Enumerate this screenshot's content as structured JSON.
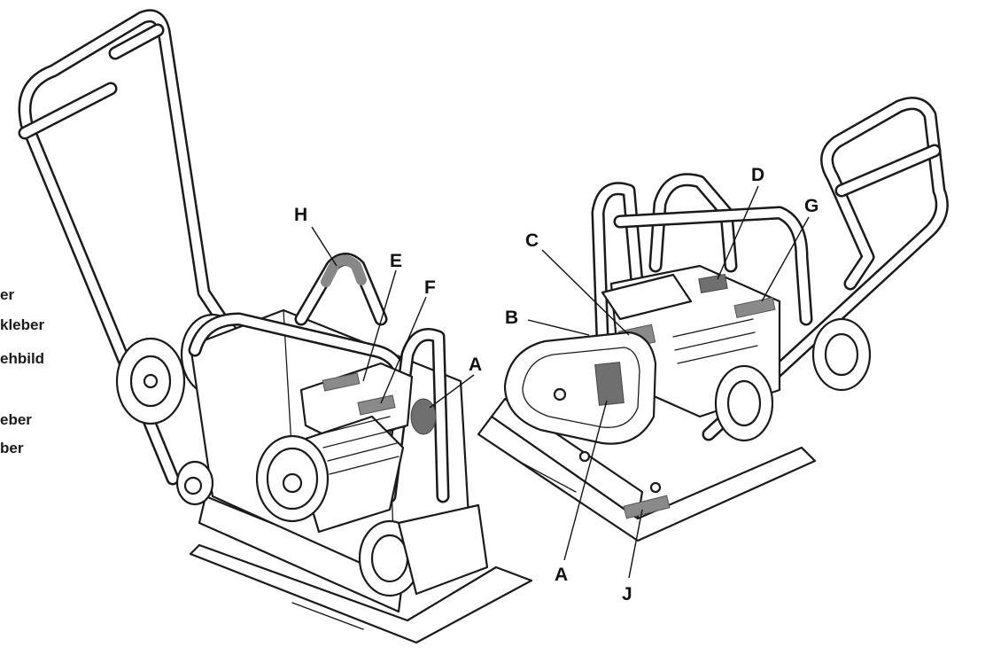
{
  "legend_fragments": [
    "er",
    "kleber",
    "ehbild",
    "eber",
    "ber"
  ],
  "callouts": {
    "H": "H",
    "E": "E",
    "F": "F",
    "A_left": "A",
    "C": "C",
    "B": "B",
    "D": "D",
    "G": "G",
    "A_right": "A",
    "J": "J"
  },
  "colors": {
    "ink": "#1a1a1a",
    "decal": "#8a8a8a",
    "background": "#ffffff"
  }
}
